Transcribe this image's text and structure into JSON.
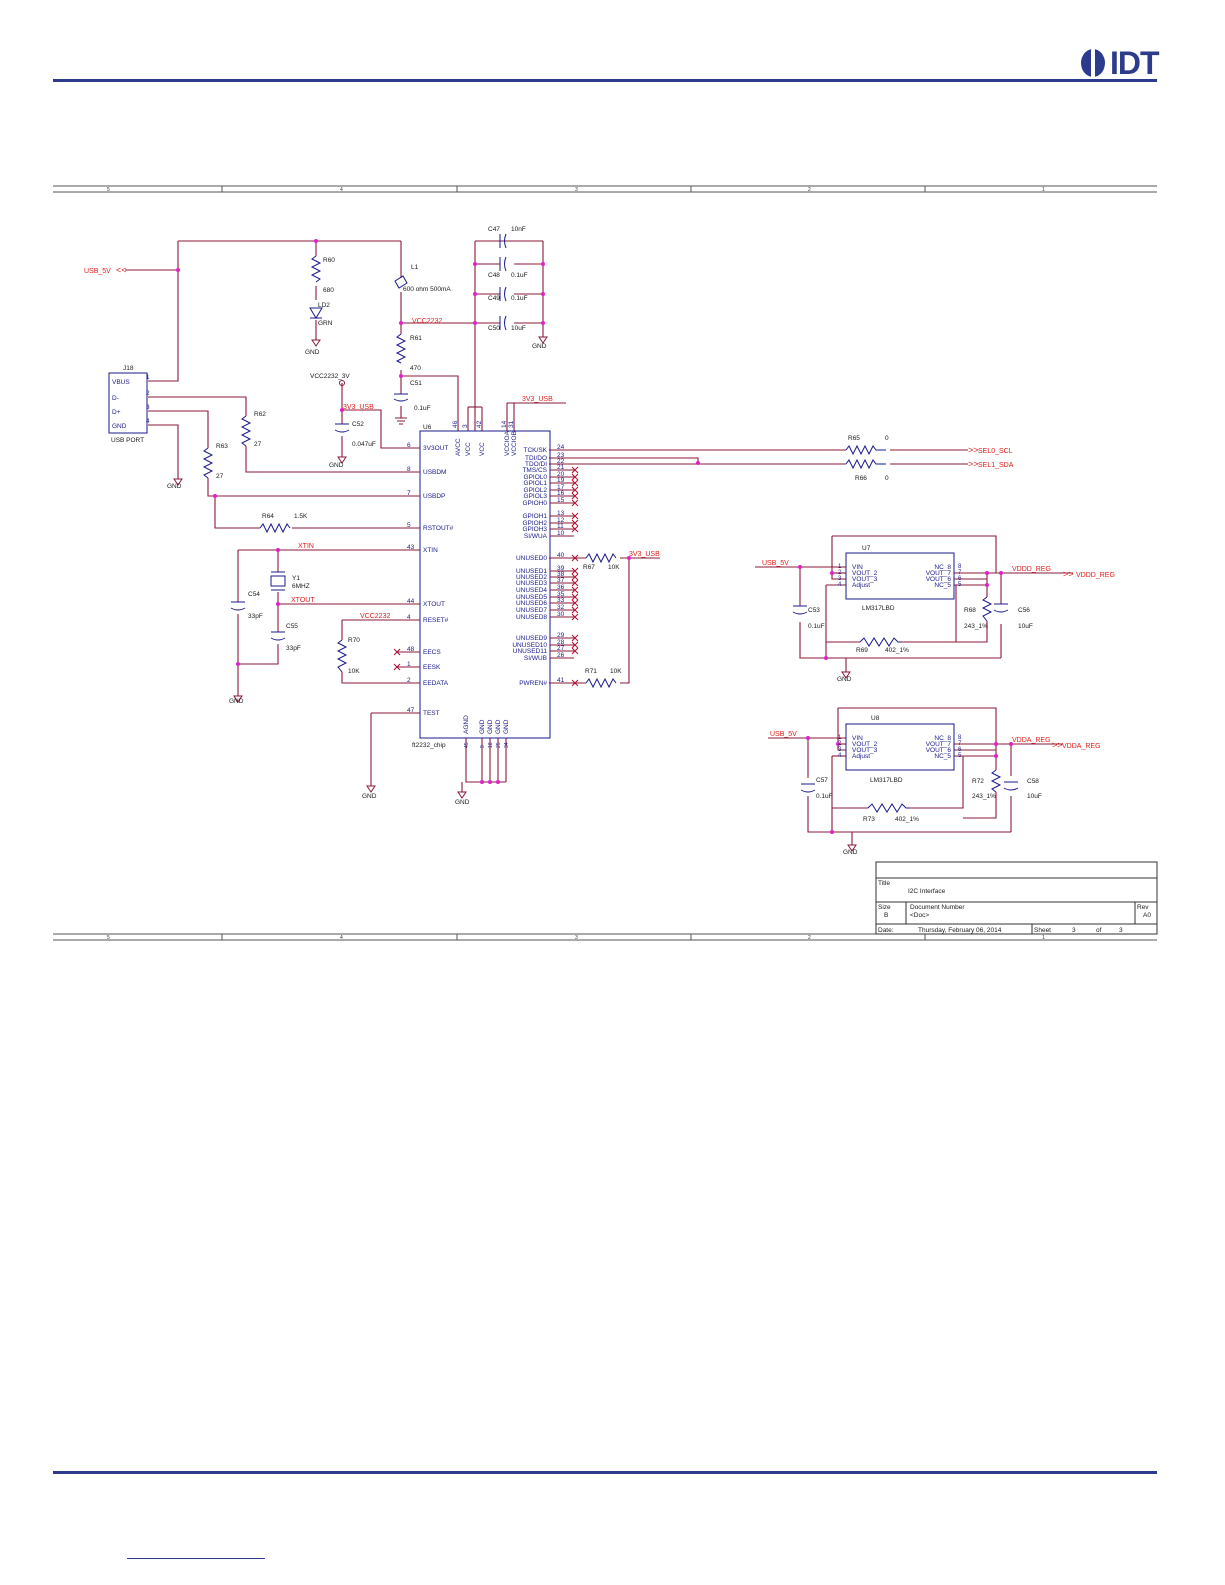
{
  "header": {
    "logo_text": "IDT"
  },
  "frame": {
    "zone_numbers_top": [
      "5",
      "4",
      "3",
      "2",
      "1"
    ],
    "zone_numbers_bottom": [
      "5",
      "4",
      "3",
      "2",
      "1"
    ]
  },
  "nets": {
    "usb_5v": "USB_5V",
    "vcc2232": "VCC2232",
    "vcc2232_3v": "VCC2232_3V",
    "v3v3_usb": "3V3_USB",
    "xtin": "XTIN",
    "xtout": "XTOUT",
    "gnd": "GND",
    "sel0_scl": "SEL0_SCL",
    "sel1_sda": "SEL1_SDA",
    "vddd_reg": "VDDD_REG",
    "vdda_reg": "VDDA_REG"
  },
  "parts": {
    "c47": {
      "ref": "C47",
      "value": "10nF"
    },
    "c48": {
      "ref": "C48",
      "value": "0.1uF"
    },
    "c49": {
      "ref": "C49",
      "value": "0.1uF"
    },
    "c50": {
      "ref": "C50",
      "value": "10uF"
    },
    "r60": {
      "ref": "R60",
      "value": "680"
    },
    "ld2": {
      "ref": "LD2",
      "value": "GRN"
    },
    "l1": {
      "ref": "L1",
      "value": "600 ohm 500mA"
    },
    "r61": {
      "ref": "R61",
      "value": "470"
    },
    "c51": {
      "ref": "C51",
      "value": "0.1uF"
    },
    "c52": {
      "ref": "C52",
      "value": "0.047uF"
    },
    "j18": {
      "ref": "J18",
      "name": "USB PORT",
      "pins": [
        {
          "num": "1",
          "name": "VBUS"
        },
        {
          "num": "2",
          "name": "D-"
        },
        {
          "num": "3",
          "name": "D+"
        },
        {
          "num": "4",
          "name": "GND"
        }
      ]
    },
    "r62": {
      "ref": "R62",
      "value": "27"
    },
    "r63": {
      "ref": "R63",
      "value": "27"
    },
    "r64": {
      "ref": "R64",
      "value": "1.5K"
    },
    "y1": {
      "ref": "Y1",
      "value": "6MHZ"
    },
    "c54": {
      "ref": "C54",
      "value": "33pF"
    },
    "c55": {
      "ref": "C55",
      "value": "33pF"
    },
    "r70": {
      "ref": "R70",
      "value": "10K"
    },
    "r65": {
      "ref": "R65",
      "value": "0"
    },
    "r66": {
      "ref": "R66",
      "value": "0"
    },
    "r67": {
      "ref": "R67",
      "value": "10K"
    },
    "r71": {
      "ref": "R71",
      "value": "10K"
    },
    "u7": {
      "ref": "U7",
      "name": "LM317LBD"
    },
    "u8": {
      "ref": "U8",
      "name": "LM317LBD"
    },
    "c53": {
      "ref": "C53",
      "value": "0.1uF"
    },
    "c56": {
      "ref": "C56",
      "value": "10uF"
    },
    "r68": {
      "ref": "R68",
      "value": "243_1%"
    },
    "r69": {
      "ref": "R69",
      "value": "402_1%"
    },
    "c57": {
      "ref": "C57",
      "value": "0.1uF"
    },
    "c58": {
      "ref": "C58",
      "value": "10uF"
    },
    "r72": {
      "ref": "R72",
      "value": "243_1%"
    },
    "r73": {
      "ref": "R73",
      "value": "402_1%"
    }
  },
  "u6": {
    "ref": "U6",
    "name": "ft2232_chip",
    "top_pins": [
      {
        "num": "46",
        "name": "AVCC"
      },
      {
        "num": "3",
        "name": "VCC"
      },
      {
        "num": "42",
        "name": "VCC"
      },
      {
        "num": "14",
        "name": "VCCIOA"
      },
      {
        "num": "31",
        "name": "VCCIOB"
      }
    ],
    "bottom_pins": [
      {
        "num": "45",
        "name": "AGND"
      },
      {
        "num": "9",
        "name": "GND"
      },
      {
        "num": "18",
        "name": "GND"
      },
      {
        "num": "25",
        "name": "GND"
      },
      {
        "num": "34",
        "name": "GND"
      }
    ],
    "left_pins": [
      {
        "num": "6",
        "name": "3V3OUT"
      },
      {
        "num": "8",
        "name": "USBDM"
      },
      {
        "num": "7",
        "name": "USBDP"
      },
      {
        "num": "5",
        "name": "RSTOUT#"
      },
      {
        "num": "43",
        "name": "XTIN"
      },
      {
        "num": "44",
        "name": "XTOUT"
      },
      {
        "num": "4",
        "name": "RESET#"
      },
      {
        "num": "48",
        "name": "EECS"
      },
      {
        "num": "1",
        "name": "EESK"
      },
      {
        "num": "2",
        "name": "EEDATA"
      },
      {
        "num": "47",
        "name": "TEST"
      }
    ],
    "right_pins": [
      {
        "num": "24",
        "name": "TCK/SK"
      },
      {
        "num": "23",
        "name": "TDI/DO"
      },
      {
        "num": "22",
        "name": "TDO/DI"
      },
      {
        "num": "21",
        "name": "TMS/CS"
      },
      {
        "num": "20",
        "name": "GPIOL0"
      },
      {
        "num": "19",
        "name": "GPIOL1"
      },
      {
        "num": "17",
        "name": "GPIOL2"
      },
      {
        "num": "16",
        "name": "GPIOL3"
      },
      {
        "num": "15",
        "name": "GPIOH0"
      },
      {
        "num": "13",
        "name": "GPIOH1"
      },
      {
        "num": "12",
        "name": "GPIOH2"
      },
      {
        "num": "11",
        "name": "GPIOH3"
      },
      {
        "num": "10",
        "name": "SI/WUA"
      },
      {
        "num": "40",
        "name": "UNUSED0"
      },
      {
        "num": "39",
        "name": "UNUSED1"
      },
      {
        "num": "38",
        "name": "UNUSED2"
      },
      {
        "num": "37",
        "name": "UNUSED3"
      },
      {
        "num": "36",
        "name": "UNUSED4"
      },
      {
        "num": "35",
        "name": "UNUSED5"
      },
      {
        "num": "33",
        "name": "UNUSED6"
      },
      {
        "num": "32",
        "name": "UNUSED7"
      },
      {
        "num": "30",
        "name": "UNUSED8"
      },
      {
        "num": "29",
        "name": "UNUSED9"
      },
      {
        "num": "28",
        "name": "UNUSED10"
      },
      {
        "num": "27",
        "name": "UNUSED11"
      },
      {
        "num": "26",
        "name": "SI/WUB"
      },
      {
        "num": "41",
        "name": "PWREN#"
      }
    ]
  },
  "regulator_pins": {
    "left": [
      {
        "num": "1",
        "name": "VIN"
      },
      {
        "num": "2",
        "name": "VOUT_2"
      },
      {
        "num": "3",
        "name": "VOUT_3"
      },
      {
        "num": "4",
        "name": "Adjust"
      }
    ],
    "right": [
      {
        "num": "8",
        "name": "NC_8"
      },
      {
        "num": "7",
        "name": "VOUT_7"
      },
      {
        "num": "6",
        "name": "VOUT_6"
      },
      {
        "num": "5",
        "name": "NC_5"
      }
    ]
  },
  "title_block": {
    "title_label": "Title",
    "title": "I2C Interface",
    "size_label": "Size",
    "size": "B",
    "docnum_label": "Document Number",
    "docnum": "<Doc>",
    "rev_label": "Rev",
    "rev": "A0",
    "date_label": "Date:",
    "date": "Thursday, February 06, 2014",
    "sheet_label": "Sheet",
    "sheet": "3",
    "of_label": "of",
    "total": "3"
  },
  "colors": {
    "brand": "#2d3b8c",
    "wire": "#8b1a3a",
    "net_label": "#e0201c",
    "junction": "#e020c8",
    "component": "#1a1a8c",
    "text": "#1a1a1a"
  }
}
